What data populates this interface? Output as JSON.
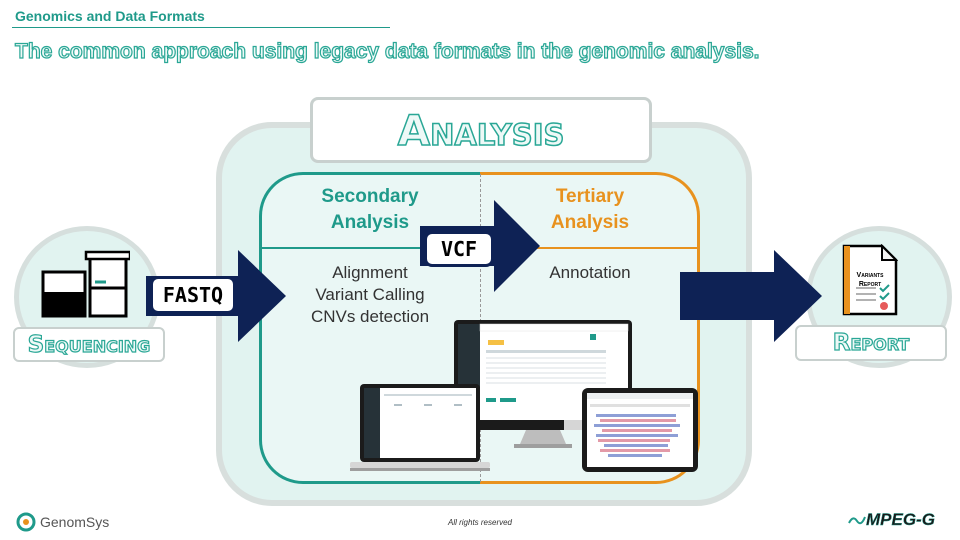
{
  "header": {
    "title": "Genomics and Data Formats",
    "subtitle": "The common approach using legacy data formats in the genomic analysis."
  },
  "analysis": {
    "label": "Analysis",
    "secondary": {
      "title_line1": "Secondary",
      "title_line2": "Analysis",
      "tasks": [
        "Alignment",
        "Variant Calling",
        "CNVs detection"
      ]
    },
    "tertiary": {
      "title_line1": "Tertiary",
      "title_line2": "Analysis",
      "tasks": [
        "Annotation"
      ]
    }
  },
  "sequencing": {
    "label": "Sequencing"
  },
  "report": {
    "label": "Report",
    "document_line1": "Variants",
    "document_line2": "Report"
  },
  "formats": {
    "fastq": "FASTQ",
    "vcf": "VCF"
  },
  "footer": {
    "logo_left": "GenomSys",
    "rights": "All rights reserved",
    "logo_right": "MPEG-G"
  },
  "colors": {
    "teal": "#1f9a8a",
    "orange": "#e8921e",
    "navy": "#0e2255",
    "panel_bg": "#e1f3f0"
  }
}
